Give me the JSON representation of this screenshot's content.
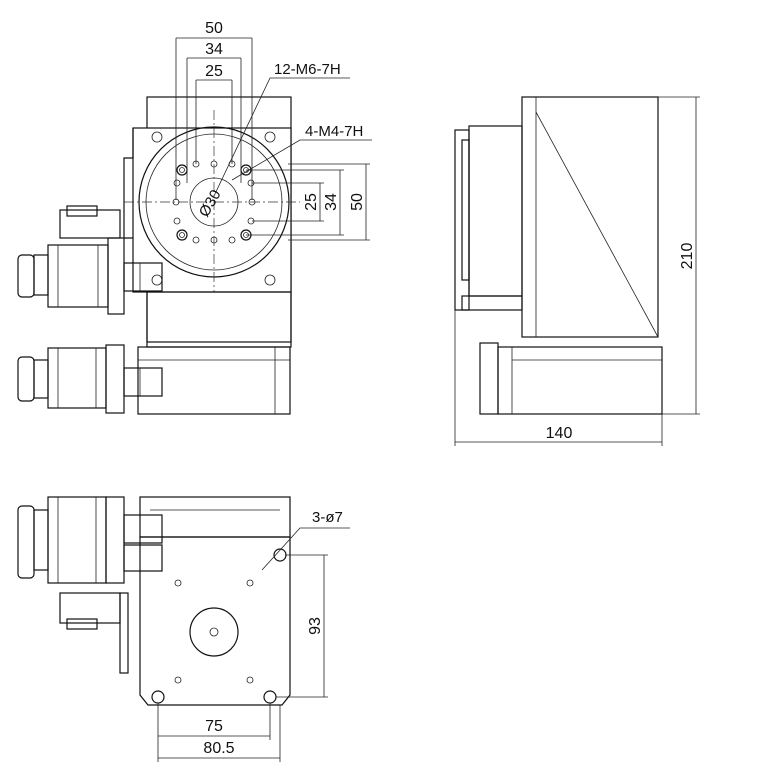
{
  "top_view": {
    "dim_50": "50",
    "dim_34": "34",
    "dim_25": "25",
    "callout_m6": "12-M6-7H",
    "callout_m4": "4-M4-7H",
    "dim_phi30": "Ø30",
    "vdim_25": "25",
    "vdim_34": "34",
    "vdim_50": "50"
  },
  "side_view": {
    "height": "210",
    "width": "140"
  },
  "bottom_view": {
    "callout_holes": "3-ø7",
    "dim_93": "93",
    "dim_75": "75",
    "dim_80_5": "80.5"
  }
}
